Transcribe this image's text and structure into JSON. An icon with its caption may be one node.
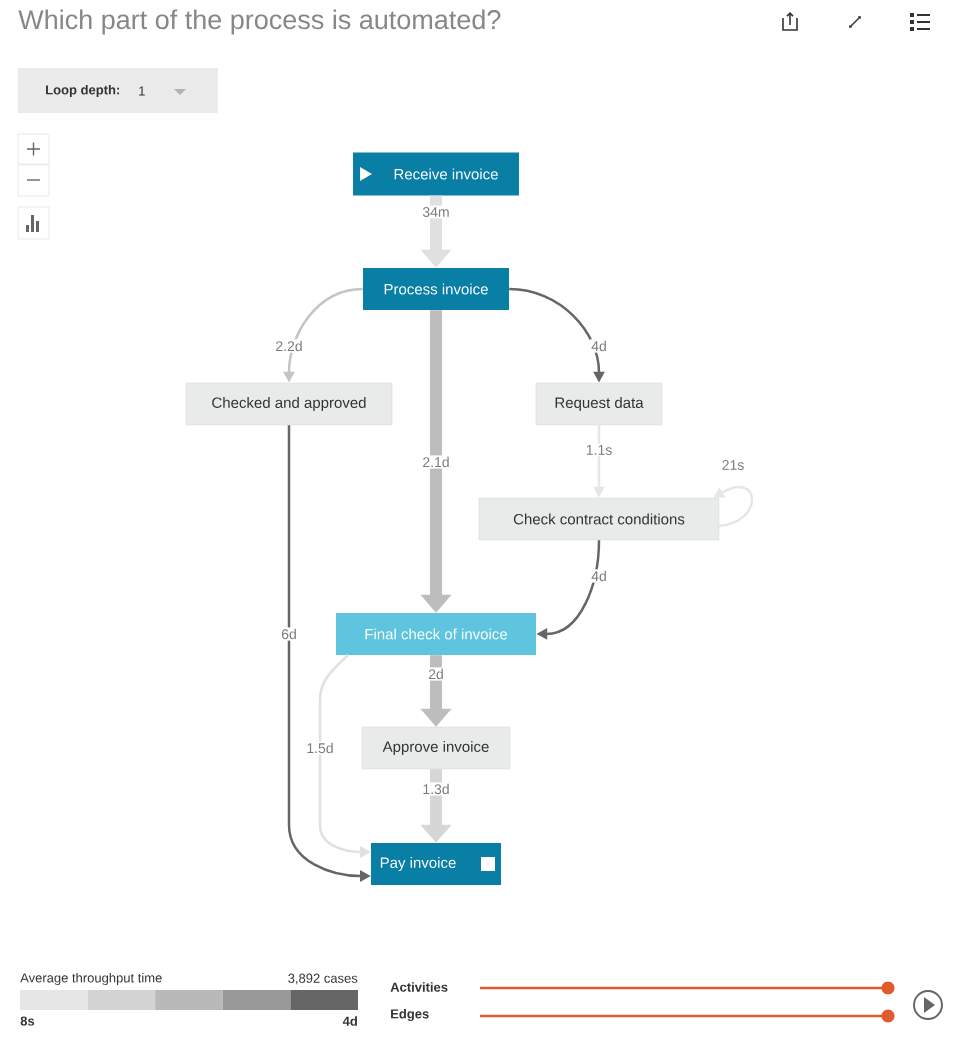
{
  "diagram": {
    "title": "Which part of the process is automated?",
    "nodes": [
      {
        "text": [
          "Receive invoice"
        ]
      },
      {
        "text": [
          "Process invoice"
        ]
      },
      {
        "text": [
          "Checked and approved"
        ]
      },
      {
        "text": [
          "Request data"
        ]
      },
      {
        "text": [
          "Check contract conditions"
        ]
      },
      {
        "text": [
          "Final check of invoice"
        ]
      },
      {
        "text": [
          "Approve invoice"
        ]
      },
      {
        "text": [
          "Pay invoice"
        ]
      }
    ],
    "edges": [
      {
        "from": 0,
        "to": 1,
        "arrow": "to",
        "label": "34m",
        "style": "thick",
        "color": "#e0e0e0"
      },
      {
        "from": 1,
        "to": 2,
        "arrow": "to",
        "label": "2.2d",
        "color": "#c4c4c4"
      },
      {
        "from": 1,
        "to": 3,
        "arrow": "to",
        "label": "4d",
        "color": "#666666"
      },
      {
        "from": 1,
        "to": 5,
        "arrow": "to",
        "label": "2.1d",
        "style": "thick"
      },
      {
        "from": 3,
        "to": 4,
        "arrow": "to",
        "label": "1.1s",
        "color": "#e6e6e6"
      },
      {
        "from": 4,
        "to": 4,
        "arrow": "to",
        "label": "21s",
        "color": "#e6e6e6"
      },
      {
        "from": 4,
        "to": 5,
        "arrow": "to",
        "label": "4d",
        "color": "#666666"
      },
      {
        "from": 2,
        "to": 7,
        "arrow": "to",
        "label": "6d",
        "color": "#666666"
      },
      {
        "from": 5,
        "to": 6,
        "arrow": "to",
        "label": "2d",
        "style": "thick"
      },
      {
        "from": 5,
        "to": 7,
        "arrow": "to",
        "label": "1.5d",
        "color": "#e0e0e0"
      },
      {
        "from": 6,
        "to": 7,
        "arrow": "to",
        "label": "1.3d",
        "style": "thick",
        "color": "#d6d6d6"
      }
    ],
    "labels": [
      "Loop depth:",
      "1",
      "Average throughput time",
      "3,892 cases",
      "8s",
      "4d",
      "Activities",
      "Edges"
    ]
  }
}
